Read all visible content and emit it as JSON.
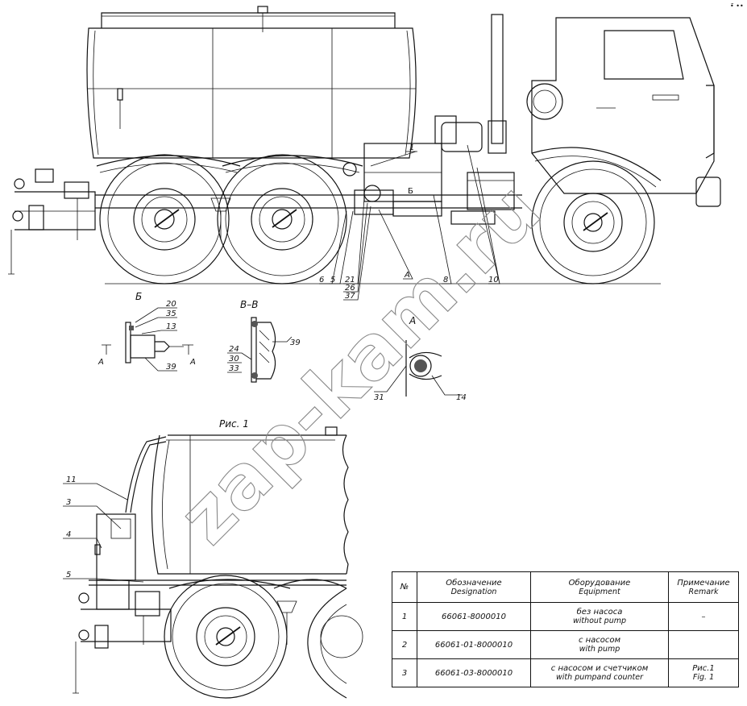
{
  "figure_label": "Рис. 1",
  "view_labels": {
    "b": "Б",
    "vv": "В–В",
    "a_top": "А",
    "a_left": "А",
    "a_right": "А",
    "b_on_box": "Б"
  },
  "callouts": {
    "main": [
      "1",
      "5",
      "6",
      "8",
      "10",
      "21",
      "26",
      "37"
    ],
    "view_b": [
      "20",
      "35",
      "13",
      "39"
    ],
    "view_vv": [
      "39",
      "24",
      "30",
      "33"
    ],
    "view_a": [
      "31",
      "14"
    ],
    "fig1": [
      "11",
      "3",
      "4",
      "5"
    ]
  },
  "watermark": "zap-kam.ru",
  "corner_mark": "•̃ ••",
  "table": {
    "headers": [
      {
        "ru": "№",
        "en": ""
      },
      {
        "ru": "Обозначение",
        "en": "Designation"
      },
      {
        "ru": "Оборудование",
        "en": "Equipment"
      },
      {
        "ru": "Примечание",
        "en": "Remark"
      }
    ],
    "rows": [
      {
        "num": "1",
        "designation": "66061-8000010",
        "equip_ru": "без насоса",
        "equip_en": "without pump",
        "remark_ru": "–",
        "remark_en": ""
      },
      {
        "num": "2",
        "designation": "66061-01-8000010",
        "equip_ru": "с насосом",
        "equip_en": "with pump",
        "remark_ru": "",
        "remark_en": ""
      },
      {
        "num": "3",
        "designation": "66061-03-8000010",
        "equip_ru": "с насосом и счетчиком",
        "equip_en": "with pumpand counter",
        "remark_ru": "Рис.1",
        "remark_en": "Fig. 1"
      }
    ]
  }
}
